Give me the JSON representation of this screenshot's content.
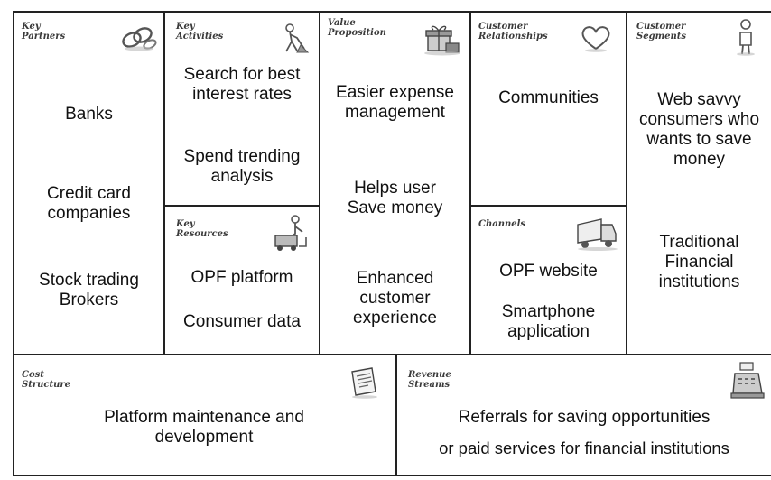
{
  "canvas": {
    "key_partners": {
      "title": "Key\nPartners",
      "icon": "chain-links-icon",
      "items": [
        "Banks",
        "Credit card companies",
        "Stock trading Brokers"
      ]
    },
    "key_activities": {
      "title": "Key\nActivities",
      "icon": "worker-icon",
      "items": [
        "Search for best interest rates",
        "Spend trending analysis"
      ]
    },
    "key_resources": {
      "title": "Key\nResources",
      "icon": "forklift-worker-icon",
      "items": [
        "OPF platform",
        "Consumer data"
      ]
    },
    "value_proposition": {
      "title": "Value\nProposition",
      "icon": "gift-box-icon",
      "items": [
        "Easier expense management",
        "Helps user Save money",
        "Enhanced customer experience"
      ]
    },
    "customer_relationships": {
      "title": "Customer\nRelationships",
      "icon": "heart-icon",
      "items": [
        "Communities"
      ]
    },
    "channels": {
      "title": "Channels",
      "icon": "truck-icon",
      "items": [
        "OPF website",
        "Smartphone application"
      ]
    },
    "customer_segments": {
      "title": "Customer\nSegments",
      "icon": "person-icon",
      "items": [
        "Web savvy consumers who wants to save money",
        "Traditional Financial institutions"
      ]
    },
    "cost_structure": {
      "title": "Cost\nStructure",
      "icon": "receipt-icon",
      "items": [
        "Platform maintenance and development"
      ]
    },
    "revenue_streams": {
      "title": "Revenue\nStreams",
      "icon": "cash-register-icon",
      "items": [
        "Referrals for saving opportunities",
        "or paid services for financial institutions"
      ]
    }
  }
}
